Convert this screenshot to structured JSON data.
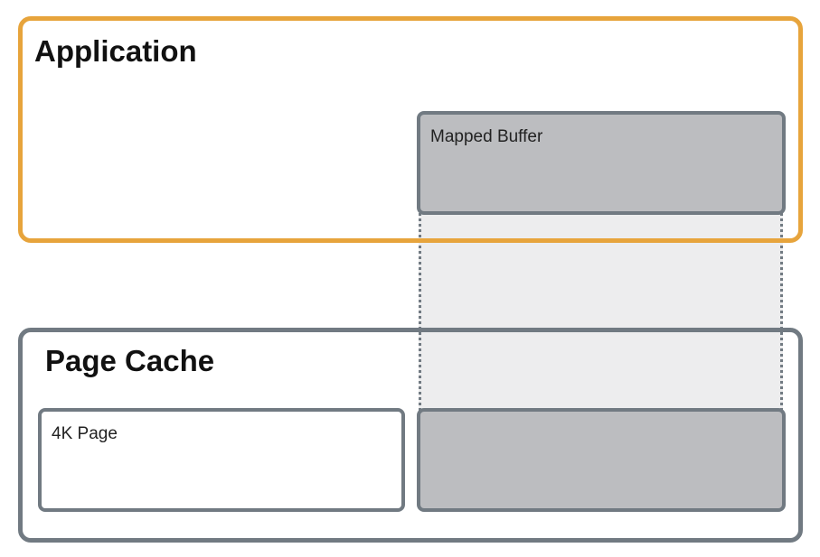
{
  "application": {
    "title": "Application",
    "color": "#e7a43c"
  },
  "mapped_buffer": {
    "label": "Mapped Buffer",
    "fill": "#bcbdc0"
  },
  "page_cache": {
    "title": "Page Cache",
    "color": "#717a82"
  },
  "page": {
    "label": "4K Page"
  },
  "mapping": {
    "style": "dotted",
    "fill": "#ededee"
  }
}
